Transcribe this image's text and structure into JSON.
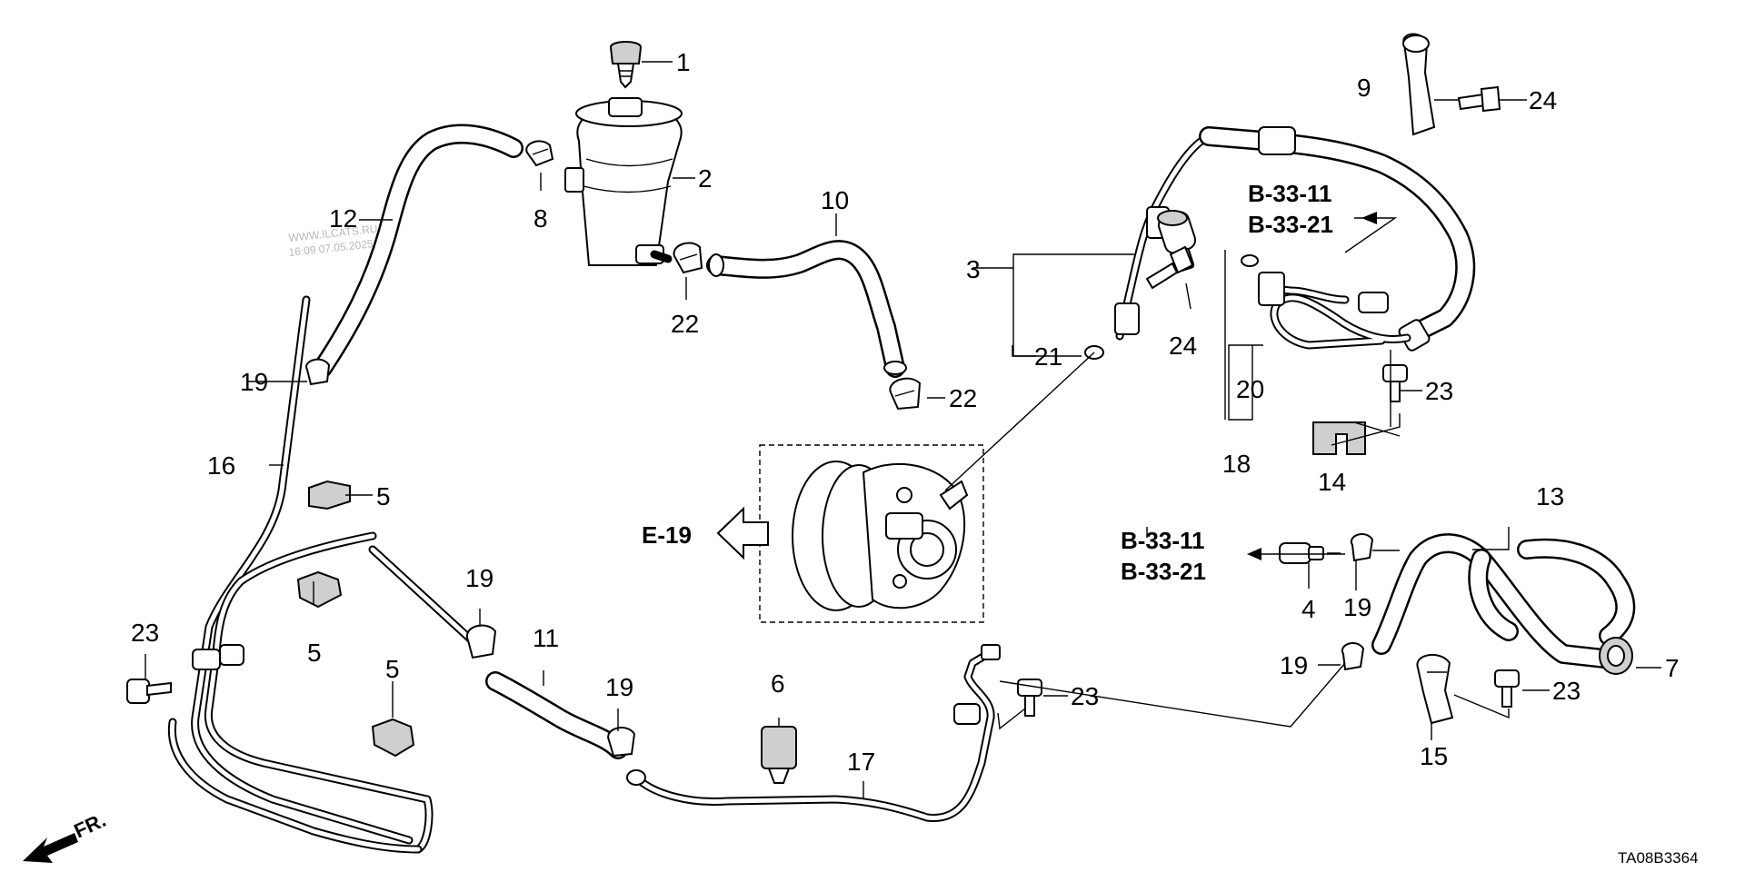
{
  "watermark": {
    "line1": "WWW.ILCATS.RU",
    "line2": "16:09 07.05.2025"
  },
  "references": {
    "b_33_11": "B-33-11",
    "b_33_21": "B-33-21",
    "e_19": "E-19"
  },
  "direction_label": "FR.",
  "diagram_code": "TA08B3364",
  "callouts": [
    {
      "id": "c1",
      "text": "1"
    },
    {
      "id": "c2",
      "text": "2"
    },
    {
      "id": "c3",
      "text": "3"
    },
    {
      "id": "c4",
      "text": "4"
    },
    {
      "id": "c5a",
      "text": "5"
    },
    {
      "id": "c5b",
      "text": "5"
    },
    {
      "id": "c5c",
      "text": "5"
    },
    {
      "id": "c6",
      "text": "6"
    },
    {
      "id": "c7",
      "text": "7"
    },
    {
      "id": "c8",
      "text": "8"
    },
    {
      "id": "c9",
      "text": "9"
    },
    {
      "id": "c10",
      "text": "10"
    },
    {
      "id": "c11",
      "text": "11"
    },
    {
      "id": "c12",
      "text": "12"
    },
    {
      "id": "c13",
      "text": "13"
    },
    {
      "id": "c14",
      "text": "14"
    },
    {
      "id": "c15",
      "text": "15"
    },
    {
      "id": "c16",
      "text": "16"
    },
    {
      "id": "c17",
      "text": "17"
    },
    {
      "id": "c18",
      "text": "18"
    },
    {
      "id": "c19a",
      "text": "19"
    },
    {
      "id": "c19b",
      "text": "19"
    },
    {
      "id": "c19c",
      "text": "19"
    },
    {
      "id": "c19d",
      "text": "19"
    },
    {
      "id": "c19e",
      "text": "19"
    },
    {
      "id": "c20",
      "text": "20"
    },
    {
      "id": "c21",
      "text": "21"
    },
    {
      "id": "c22a",
      "text": "22"
    },
    {
      "id": "c22b",
      "text": "22"
    },
    {
      "id": "c23a",
      "text": "23"
    },
    {
      "id": "c23b",
      "text": "23"
    },
    {
      "id": "c23c",
      "text": "23"
    },
    {
      "id": "c23d",
      "text": "23"
    },
    {
      "id": "c24a",
      "text": "24"
    },
    {
      "id": "c24b",
      "text": "24"
    }
  ]
}
